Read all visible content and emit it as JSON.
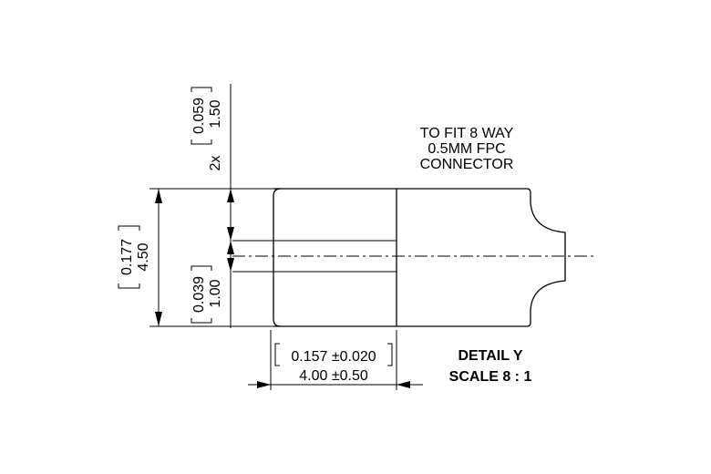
{
  "note": {
    "line1": "TO FIT 8 WAY",
    "line2": "0.5MM FPC",
    "line3": "CONNECTOR"
  },
  "detail": {
    "title": "DETAIL Y",
    "scale": "SCALE 8 : 1"
  },
  "dims": {
    "pitch_inch": "0.059",
    "pitch_mm": "1.50",
    "pitch_qty": "2x",
    "total_width_inch": "0.177",
    "total_width_mm": "4.50",
    "lead_width_inch": "0.039",
    "lead_width_mm": "1.00",
    "length_inch": "0.157 ±0.020",
    "length_mm": "4.00 ±0.50"
  }
}
